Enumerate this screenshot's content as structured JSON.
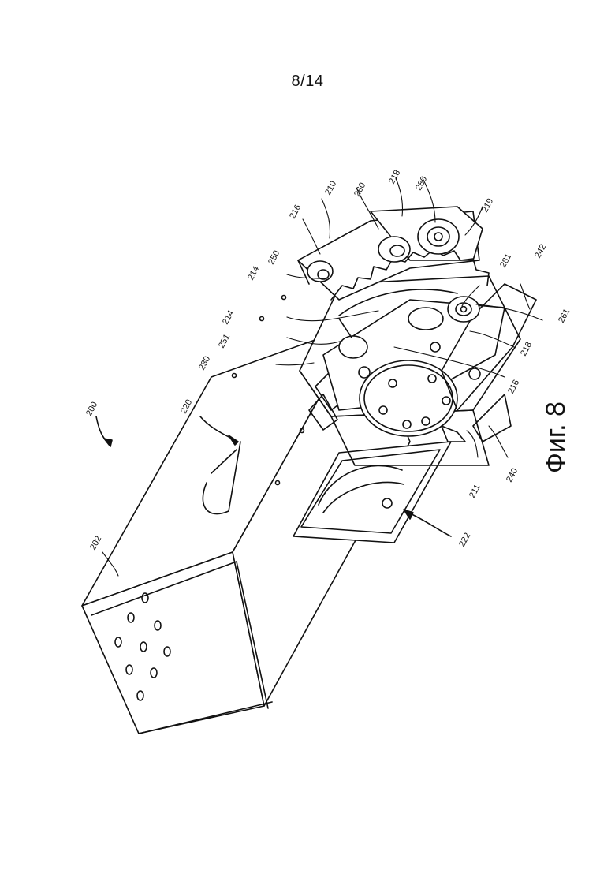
{
  "page_number": "8/14",
  "figure_caption": "Фиг. 8",
  "reference_numerals": [
    "200",
    "202",
    "210",
    "211",
    "214",
    "214",
    "216",
    "216",
    "218",
    "218",
    "219",
    "220",
    "222",
    "230",
    "240",
    "242",
    "250",
    "251",
    "260",
    "261",
    "280",
    "281"
  ]
}
